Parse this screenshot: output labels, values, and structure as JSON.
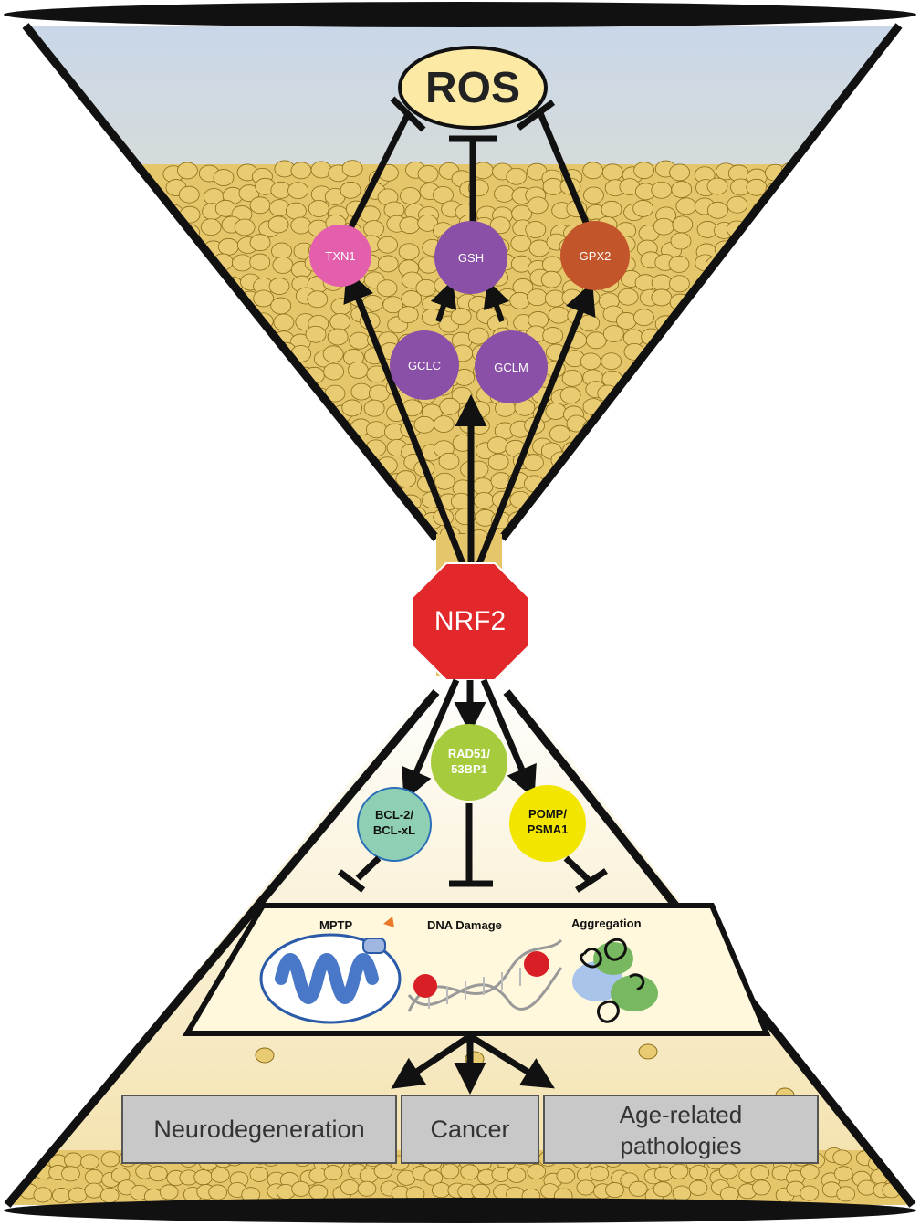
{
  "ros": {
    "label": "ROS",
    "color": "#fbe9a4"
  },
  "nrf2": {
    "label": "NRF2",
    "color": "#e3282b"
  },
  "upper_nodes": [
    {
      "id": "txn1",
      "label": "TXN1",
      "color": "#e35fac"
    },
    {
      "id": "gsh",
      "label": "GSH",
      "color": "#8a4fa6"
    },
    {
      "id": "gpx2",
      "label": "GPX2",
      "color": "#c2562a"
    },
    {
      "id": "gclc",
      "label": "GCLC",
      "color": "#8a4fa6"
    },
    {
      "id": "gclm",
      "label": "GCLM",
      "color": "#8a4fa6"
    }
  ],
  "lower_nodes": [
    {
      "id": "bcl2",
      "lines": [
        "BCL-2/",
        "BCL-xL"
      ],
      "color": "#8fd0b4"
    },
    {
      "id": "rad51",
      "lines": [
        "RAD51/",
        "53BP1"
      ],
      "color": "#a6cb3c"
    },
    {
      "id": "pomp",
      "lines": [
        "POMP/",
        "PSMA1"
      ],
      "color": "#f2e600"
    }
  ],
  "damage_panel": {
    "mptp": "MPTP",
    "dna_damage": "DNA Damage",
    "aggregation": "Aggregation"
  },
  "outcomes": {
    "neuro": "Neurodegeneration",
    "cancer": "Cancer",
    "age_line1": "Age-related",
    "age_line2": "pathologies"
  },
  "colors": {
    "sand": "#e6c66a",
    "sky_top": "#c9d7e8",
    "sky_bottom": "#f6e7b8",
    "cell_fill": "#e9cc72",
    "outcome_box": "#c8c8c8",
    "mito_blue": "#4a78c8"
  }
}
